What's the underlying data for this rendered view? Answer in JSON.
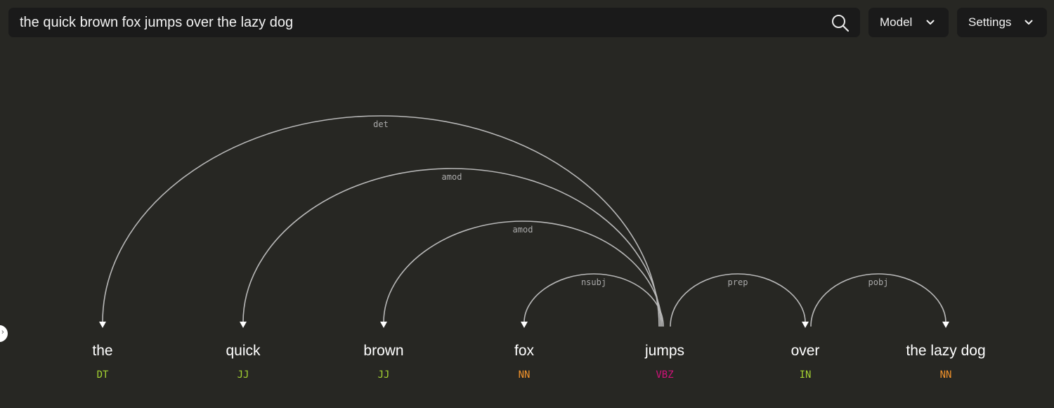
{
  "search": {
    "value": "the quick brown fox jumps over the lazy dog",
    "icon": "search-icon"
  },
  "toolbar": {
    "model_label": "Model",
    "settings_label": "Settings",
    "chevron_icon": "chevron-down-icon"
  },
  "parse": {
    "words": [
      {
        "text": "the",
        "tag": "DT"
      },
      {
        "text": "quick",
        "tag": "JJ"
      },
      {
        "text": "brown",
        "tag": "JJ"
      },
      {
        "text": "fox",
        "tag": "NN"
      },
      {
        "text": "jumps",
        "tag": "VBZ"
      },
      {
        "text": "over",
        "tag": "IN"
      },
      {
        "text": "the lazy dog",
        "tag": "NN"
      }
    ],
    "arcs": [
      {
        "label": "det",
        "head": 4,
        "dep": 0
      },
      {
        "label": "amod",
        "head": 4,
        "dep": 1
      },
      {
        "label": "amod",
        "head": 4,
        "dep": 2
      },
      {
        "label": "nsubj",
        "head": 4,
        "dep": 3
      },
      {
        "label": "prep",
        "head": 4,
        "dep": 5
      },
      {
        "label": "pobj",
        "head": 5,
        "dep": 6
      }
    ]
  },
  "colors": {
    "background": "#272723",
    "panel": "#1a1a1a",
    "arc": "#b8b8b8",
    "tag_DT": "#a3d131",
    "tag_JJ": "#a3d131",
    "tag_IN": "#a3d131",
    "tag_NN": "#f0922b",
    "tag_VBZ": "#d1127a"
  }
}
